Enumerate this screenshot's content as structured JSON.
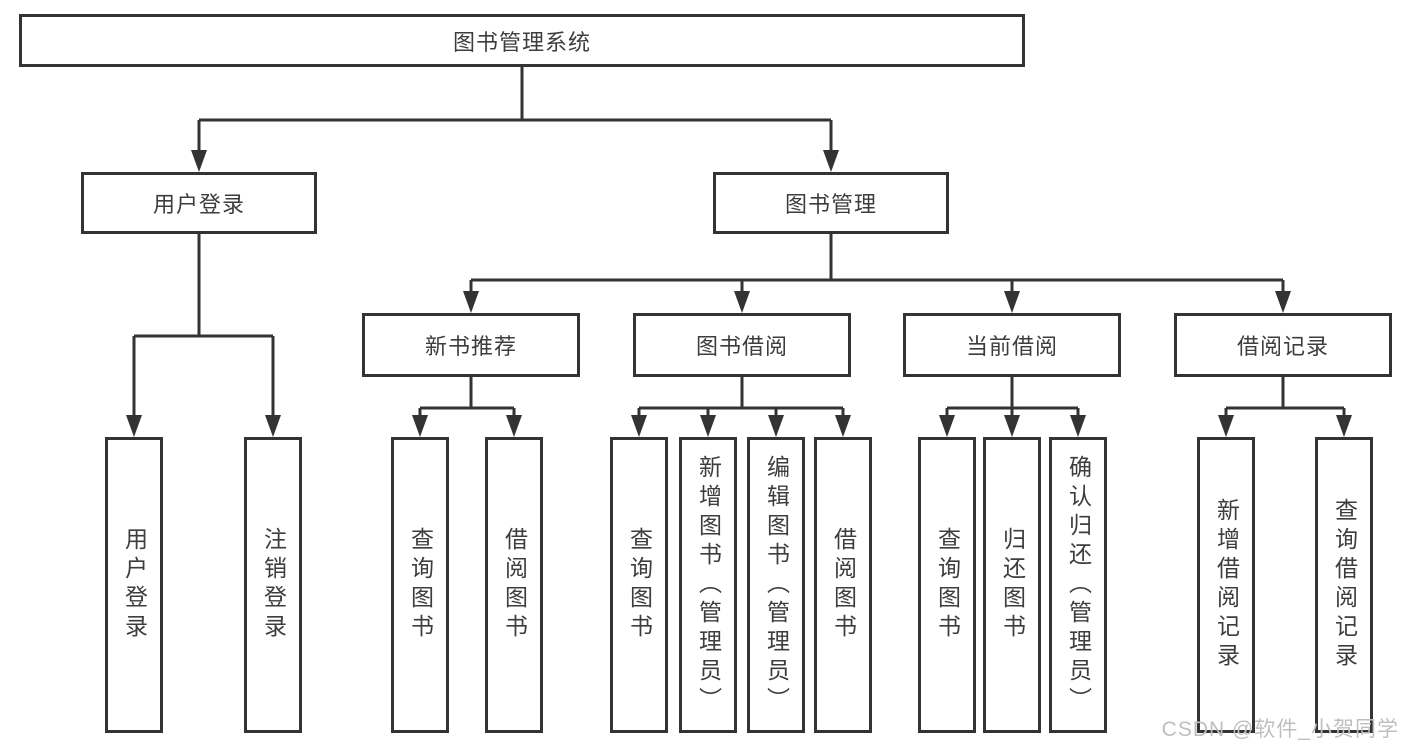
{
  "diagram": {
    "type": "hierarchy-tree",
    "colors": {
      "line": "#333333",
      "box_border": "#333333",
      "box_fill": "#ffffff",
      "text": "#3d3d3d",
      "watermark": "#bfbfbf"
    },
    "nodes": {
      "root": "图书管理系统",
      "level2": [
        "用户登录",
        "图书管理"
      ],
      "level3": [
        "新书推荐",
        "图书借阅",
        "当前借阅",
        "借阅记录"
      ],
      "leaf_groups": [
        {
          "parent": "用户登录",
          "items": [
            "用户登录",
            "注销登录"
          ]
        },
        {
          "parent": "新书推荐",
          "items": [
            "查询图书",
            "借阅图书"
          ]
        },
        {
          "parent": "图书借阅",
          "items": [
            "查询图书",
            "新增图书（管理员）",
            "编辑图书（管理员）",
            "借阅图书"
          ]
        },
        {
          "parent": "当前借阅",
          "items": [
            "查询图书",
            "归还图书",
            "确认归还（管理员）"
          ]
        },
        {
          "parent": "借阅记录",
          "items": [
            "新增借阅记录",
            "查询借阅记录"
          ]
        }
      ]
    },
    "watermark": "CSDN @软件_小贺同学"
  }
}
